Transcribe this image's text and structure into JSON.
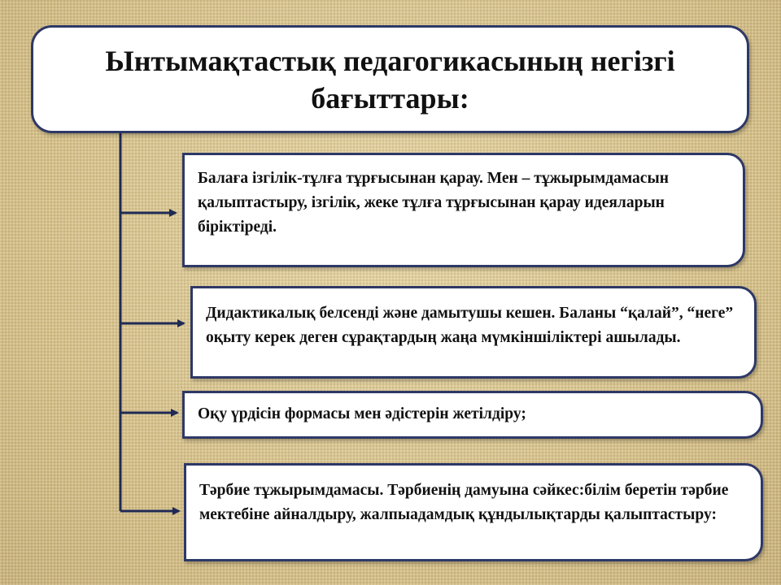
{
  "title": "Ынтымақтастық педагогикасының негізгі бағыттары:",
  "items": [
    {
      "text": "Балаға ізгілік-тұлға тұрғысынан қарау. Мен – тұжырымдамасын қалыптастыру, ізгілік, жеке тұлға тұрғысынан  қарау идеяларын біріктіреді."
    },
    {
      "text": "Дидактикалық  белсенді және дамытушы кешен. Баланы “қалай”, “неге” оқыту керек деген сұрақтардың жаңа мүмкіншіліктері ашылады."
    },
    {
      "text": "Оқу үрдісін формасы мен әдістерін жетілдіру;"
    },
    {
      "text": "Тәрбие тұжырымдамасы. Тәрбиенің дамуына сәйкес:білім беретін тәрбие мектебіне айналдыру, жалпыадамдық  құндылықтарды қалыптастыру:"
    }
  ],
  "colors": {
    "border": "#2e3866",
    "connector": "#1f2a55",
    "background": "#d9c48c"
  }
}
